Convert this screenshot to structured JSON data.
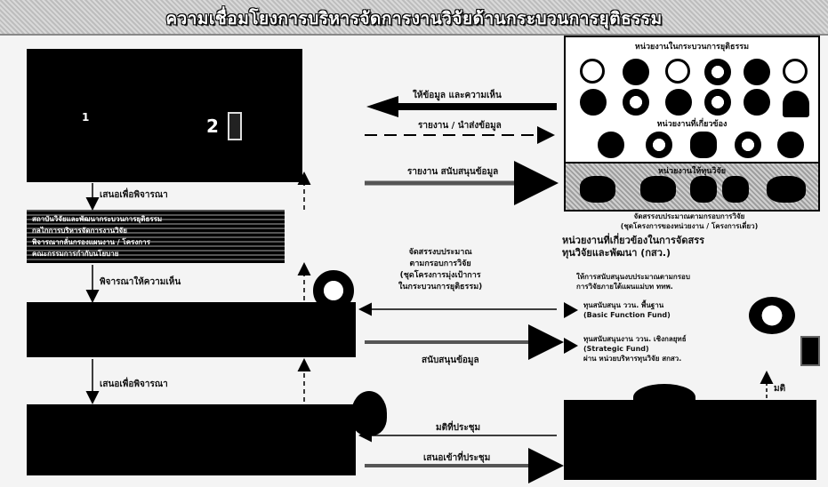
{
  "title": "ความเชื่อมโยงการบริหารจัดการงานวิจัยด้านกระบวนการยุติธรรม",
  "box1": {
    "num_left": "1",
    "num_right": "2"
  },
  "hatched_lines": [
    "สถาบันวิจัยและพัฒนากระบวนการยุติธรรม",
    "กลไกการบริหารจัดการงานวิจัย",
    "พิจารณากลั่นกรองแผนงาน / โครงการ",
    "คณะกรรมการกำกับนโยบาย"
  ],
  "arrows": {
    "a1": "ให้ข้อมูล และความเห็น",
    "a2": "รายงาน / นำส่งข้อมูล",
    "a3": "รายงาน สนับสนุนข้อมูล",
    "v1": "เสนอเพื่อพิจารณา",
    "v2": "พิจารณาให้ความเห็น",
    "v3": "เสนอเพื่อพิจารณา",
    "budget": "จัดสรรงบประมาณ\nตามกรอบการวิจัย\n(ชุดโครงการมุ่งเป้าการ\nในกระบวนการยุติธรรม)",
    "support": "สนับสนุนข้อมูล",
    "resolution": "มติที่ประชุม",
    "propose": "เสนอเข้าที่ประชุม",
    "up": "มติ"
  },
  "right_top": {
    "heading1": "หน่วยงานในกระบวนการยุติธรรม",
    "heading2": "หน่วยงานที่เกี่ยวข้อง"
  },
  "right_mid": {
    "heading": "หน่วยงานให้ทุนวิจัย",
    "caption": "จัดสรรงบประมาณตามกรอบการวิจัย\n(ชุดโครงการของหน่วยงาน / โครงการเดี่ยว)"
  },
  "right_lower": {
    "heading": "หน่วยงานที่เกี่ยวข้องในการจัดสรร\nทุนวิจัยและพัฒนา (กสว.)",
    "intro": "ให้การสนับสนุนงบประมาณตามกรอบ\nการวิจัยภายใต้แผนแม่บท ททพ.",
    "item1": "ทุนสนับสนุน ววน. พื้นฐาน\n(Basic Function Fund)",
    "item2": "ทุนสนับสนุนงาน ววน. เชิงกลยุทธ์\n(Strategic Fund)\nผ่าน หน่วยบริหารทุนวิจัย สกสว."
  },
  "icons": {
    "logo_top": "emblem-icon",
    "logo_right": "emblem-icon",
    "logo_mid": "emblem-icon"
  }
}
